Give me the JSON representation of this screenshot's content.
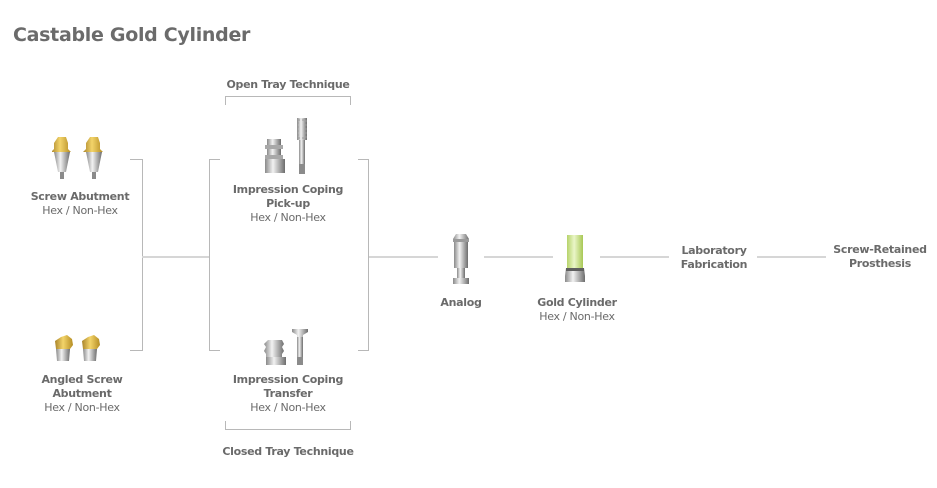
{
  "title": "Castable Gold Cylinder",
  "sections": {
    "open_tray": "Open Tray Technique",
    "closed_tray": "Closed Tray Technique"
  },
  "nodes": {
    "screw_abutment": {
      "name": "Screw Abutment",
      "sub": "Hex / Non-Hex",
      "icon": "screw-abutment-icon"
    },
    "angled_screw_abutment": {
      "name_line1": "Angled Screw",
      "name_line2": "Abutment",
      "sub": "Hex / Non-Hex",
      "icon": "angled-screw-abutment-icon"
    },
    "impression_pickup": {
      "name_line1": "Impression Coping",
      "name_line2": "Pick-up",
      "sub": "Hex / Non-Hex",
      "icon": "impression-coping-pickup-icon"
    },
    "impression_transfer": {
      "name_line1": "Impression Coping",
      "name_line2": "Transfer",
      "sub": "Hex / Non-Hex",
      "icon": "impression-coping-transfer-icon"
    },
    "analog": {
      "name": "Analog",
      "icon": "analog-icon"
    },
    "gold_cylinder": {
      "name": "Gold Cylinder",
      "sub": "Hex / Non-Hex",
      "icon": "gold-cylinder-icon"
    },
    "lab_fabrication": {
      "name_line1": "Laboratory",
      "name_line2": "Fabrication"
    },
    "prosthesis": {
      "name_line1": "Screw-Retained",
      "name_line2": "Prosthesis"
    }
  },
  "colors": {
    "gold": "#d9b23a",
    "metal": "#b9b9b9",
    "green": "#c8e08a",
    "text": "#6a6a6a",
    "line": "#d6d6d6",
    "bracket": "#b8b8b8"
  }
}
